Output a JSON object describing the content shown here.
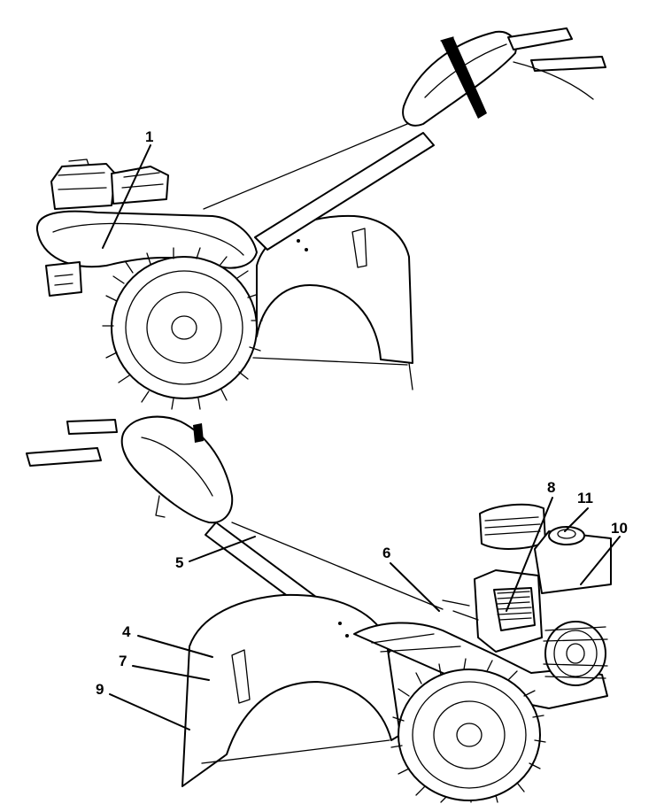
{
  "callouts": {
    "c1": "1",
    "c4": "4",
    "c5": "5",
    "c6": "6",
    "c7": "7",
    "c8": "8",
    "c9": "9",
    "c10": "10",
    "c11": "11"
  },
  "colors": {
    "line": "#000000",
    "background": "#ffffff"
  }
}
